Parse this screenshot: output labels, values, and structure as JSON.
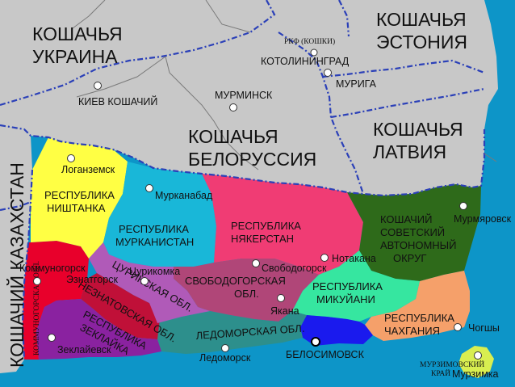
{
  "colors": {
    "sea": "#0d95c8",
    "foreign": "#c8c8c8",
    "border": "#2b40b8",
    "nishtanka": "#ffff44",
    "murkanistan": "#19b7d8",
    "nyakerstan": "#f03c74",
    "sovetsky": "#2e6a1a",
    "kommunogorsk": "#e8002b",
    "mikuyani": "#36e6a0",
    "chahgania": "#f5a06a",
    "zeklaika": "#8a22a0",
    "tsuriksk": "#b05ab8",
    "neznatovskaya": "#c01038",
    "svobodogorsk": "#b04678",
    "ledomorsk": "#2d8f8c",
    "belosimovsk": "#1a1aee",
    "murzimovsky": "#d8ee50"
  },
  "countries": {
    "ukraine": [
      "КОШАЧЬЯ",
      "УКРАИНА"
    ],
    "estonia": [
      "КОШАЧЬЯ",
      "ЭСТОНИЯ"
    ],
    "belorussia": [
      "КОШАЧЬЯ",
      "БЕЛОРУССИЯ"
    ],
    "latvia": [
      "КОШАЧЬЯ",
      "ЛАТВИЯ"
    ],
    "kazakhstan": "КОШАЧИЙ КАЗАХСТАН"
  },
  "regions": {
    "nishtanka": [
      "РЕСПУБЛИКА",
      "НИШТАНКА"
    ],
    "murkanistan": [
      "РЕСПУБЛИКА",
      "МУРКАНИСТАН"
    ],
    "nyakerstan": [
      "РЕСПУБЛИКА",
      "НЯКЕРСТАН"
    ],
    "sovetsky": [
      "КОШАЧИЙ",
      "СОВЕТСКИЙ",
      "АВТОНОМНЫЙ",
      "ОКРУГ"
    ],
    "svobodogorsk": [
      "СВОБОДОГОРСКАЯ",
      "ОБЛ."
    ],
    "mikuyani": [
      "РЕСПУБЛИКА",
      "МИКУЙАНИ"
    ],
    "chahgania": [
      "РЕСПУБЛИКА",
      "ЧАХГАНИЯ"
    ],
    "zeklaika": [
      "РЕСПУБЛИКА",
      "ЗЕКЛАЙКА"
    ],
    "ledomorsk": "ЛЕДОМОРСКАЯ ОБЛ.",
    "tsuriksk": "ЦУРИКСКАЯ ОБЛ.",
    "neznatovskaya": "НЕЗНАТОВСКАЯ ОБЛ.",
    "kommunogorsk_obl": "КОММУНОГОРСКАЯ ОБЛ.",
    "murzimovsky": [
      "МУРЗИМОВСКИЙ",
      "КРАЙ"
    ]
  },
  "cities": {
    "kiev": "КИЕВ КОШАЧИЙ",
    "rkf": "РКФ (КОШКИ)",
    "kotoliningrad": "КОТОЛИНИНГРАД",
    "murmink": "МУРМИНСК",
    "muriga": "МУРИГА",
    "loganzemsk": "Логанземск",
    "murkanabad": "Мурканабад",
    "murmyarovsk": "Мурмяровск",
    "svobodogorsk": "Свободогорск",
    "notakana": "Нотакана",
    "kommunogorsk": "Коммуногорск",
    "eznatorsk": "Эзнатгорск",
    "tsurikomka": "Цурикомка",
    "yakana": "Якана",
    "chogshy": "Чогшы",
    "zeklaevsk": "Зеклайевск",
    "ledomorsk": "Ледоморск",
    "belosimovsk": "БЕЛОСИМОВСК",
    "murzimka": "Мурзимка"
  }
}
